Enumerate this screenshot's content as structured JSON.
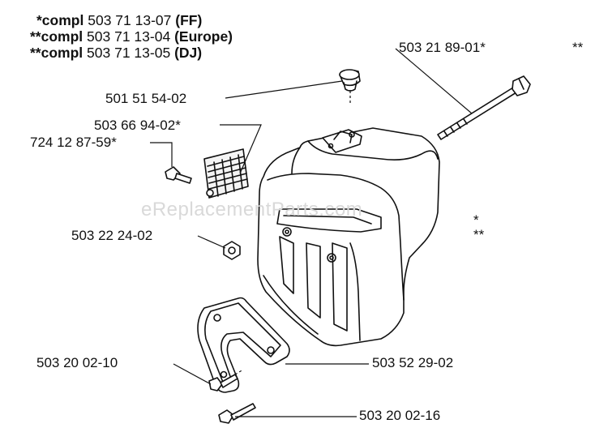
{
  "header": [
    {
      "prefix": "*compl",
      "number": "503 71 13-07",
      "suffix": "(FF)"
    },
    {
      "prefix": "**compl",
      "number": "503 71 13-04",
      "suffix": "(Europe)"
    },
    {
      "prefix": "**compl",
      "number": "503 71 13-05",
      "suffix": "(DJ)"
    }
  ],
  "parts": {
    "bolt_long": "503 21 89-01*",
    "bolt_long_mark": "**",
    "cap": "501 51 54-02",
    "spark_screen": "503 66 94-02*",
    "screw_small": "724 12 87-59*",
    "nut": "503 22 24-02",
    "screw_a": "503 20 02-10",
    "gasket_plate": "503 52 29-02",
    "screw_b": "503 20 02-16",
    "side_mark_1": "*",
    "side_mark_2": "**"
  },
  "watermark": "eReplacementParts.com"
}
